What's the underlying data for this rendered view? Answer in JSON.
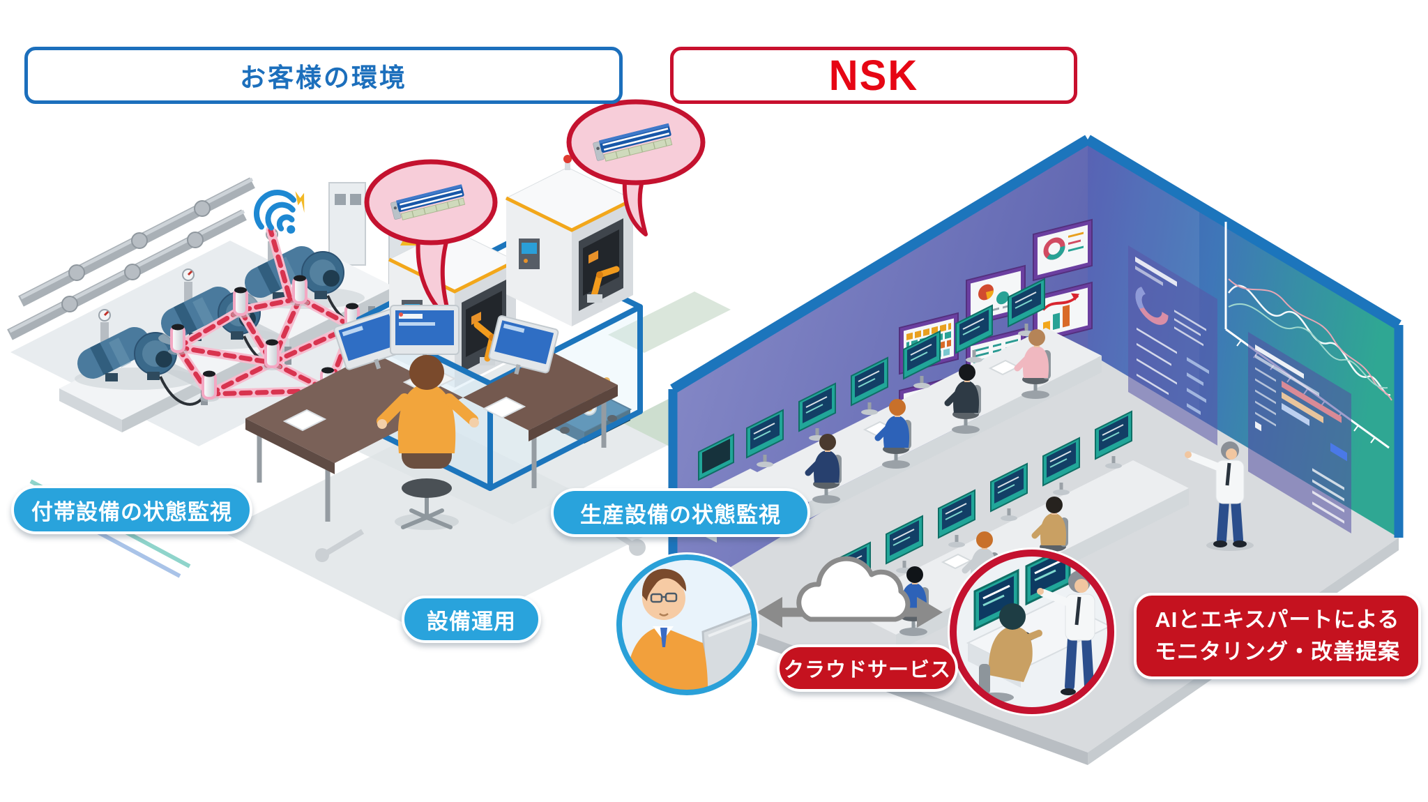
{
  "header": {
    "customer_environment_label": "お客様の環境",
    "nsk_logo_text": "NSK"
  },
  "labels": {
    "auxiliary_equipment_monitoring": "付帯設備の状態監視",
    "production_equipment_monitoring": "生産設備の状態監視",
    "equipment_operation": "設備運用",
    "cloud_service": "クラウドサービス",
    "ai_expert_line1": "AIとエキスパートによる",
    "ai_expert_line2": "モニタリング・改善提案"
  },
  "colors": {
    "customer_frame_blue": "#1c6fbc",
    "nsk_logo_red": "#e60614",
    "nsk_frame_red": "#c8102e",
    "label_pill_blue": "#29a3dc",
    "label_pill_red": "#c5121f",
    "sensor_mesh_red": "#d8344f",
    "sensor_halo_pink": "#f6bcce",
    "safety_fence_blue": "#1c75bc",
    "speech_bubble_pink": "#f7cdd9",
    "wall_monitor_purple": "#6b3fa0",
    "desk_monitor_teal": "#21a699",
    "cloud_arrow_gray": "#8b8b8b"
  },
  "icons": {
    "wifi": "wifi-signal-icon",
    "cloud": "cloud-icon",
    "arrow": "bidirectional-arrow-icon",
    "warning": "warning-triangle-icon"
  }
}
